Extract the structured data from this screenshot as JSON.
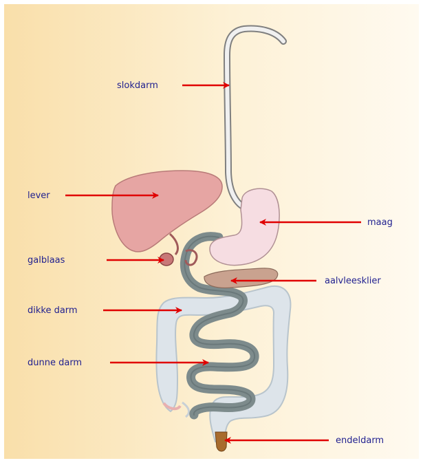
{
  "colors": {
    "label_text": "#1f1f8f",
    "arrow": "#e00000",
    "background_left": "#f9dfaa",
    "background_right": "#fffaf0"
  },
  "labels": {
    "esophagus": "slokdarm",
    "liver": "lever",
    "stomach": "maag",
    "gallbladder": "galblaas",
    "pancreas": "aalvleesklier",
    "large_intestine": "dikke darm",
    "small_intestine": "dunne darm",
    "rectum": "endeldarm"
  }
}
